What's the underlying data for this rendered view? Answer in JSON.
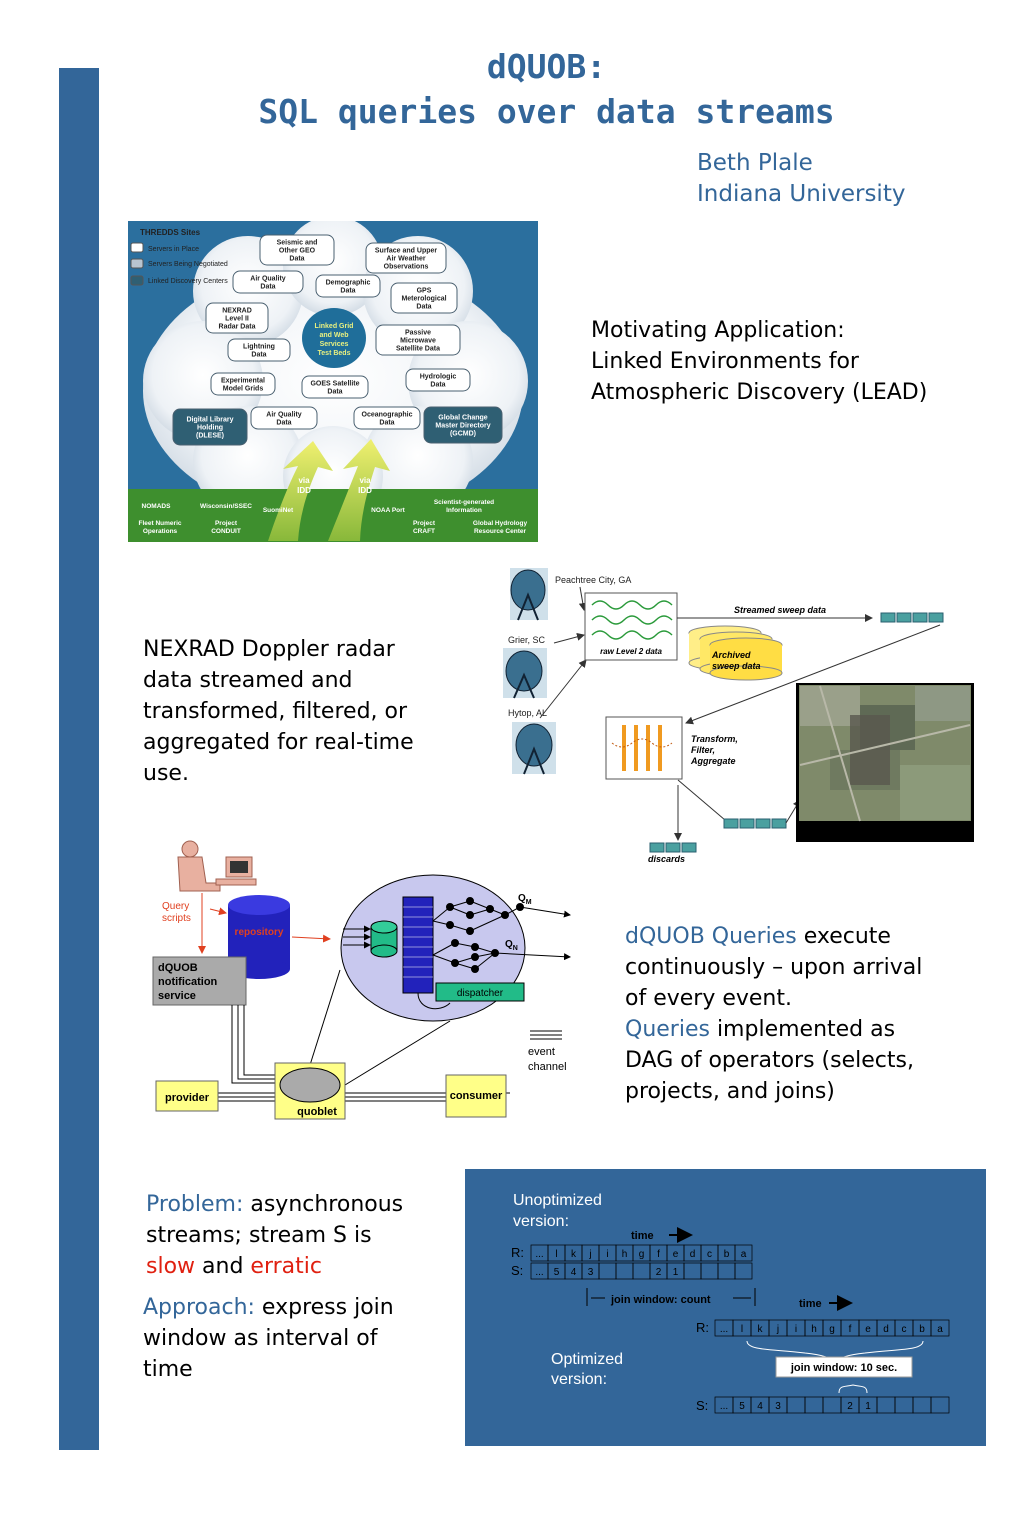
{
  "title": {
    "line1": "dQUOB:",
    "line2": "SQL queries over data streams"
  },
  "author": {
    "name": "Beth Plale",
    "affiliation": "Indiana University"
  },
  "lead": {
    "caption": [
      "Motivating Application:",
      "Linked Environments for",
      "Atmospheric Discovery (LEAD)"
    ],
    "legend_title": "THREDDS Sites",
    "legend": [
      "Servers in Place",
      "Servers Being Negotiated",
      "Linked Discovery Centers"
    ],
    "center": [
      "Linked Grid",
      "and Web",
      "Services",
      "Test Beds"
    ],
    "boxes": [
      [
        "Seismic and",
        "Other GEO",
        "Data"
      ],
      [
        "Surface and Upper",
        "Air Weather",
        "Observations"
      ],
      [
        "Air Quality",
        "Data"
      ],
      [
        "Demographic",
        "Data"
      ],
      [
        "GPS",
        "Meterological",
        "Data"
      ],
      [
        "NEXRAD",
        "Level II",
        "Radar Data"
      ],
      [
        "Lightning",
        "Data"
      ],
      [
        "Passive",
        "Microwave",
        "Satellite Data"
      ],
      [
        "Experimental",
        "Model Grids"
      ],
      [
        "GOES Satellite",
        "Data"
      ],
      [
        "Hydrologic",
        "Data"
      ],
      [
        "Digital Library",
        "Holding",
        "(DLESE)"
      ],
      [
        "Air Quality",
        "Data"
      ],
      [
        "Oceanographic",
        "Data"
      ],
      [
        "Global Change",
        "Master Directory",
        "(GCMD)"
      ]
    ],
    "via": [
      "via",
      "IDD"
    ],
    "ground": {
      "nomads": "NOMADS",
      "wisconsin": "Wisconsin/SSEC",
      "suominet": "SuomiNet",
      "noaa": "NOAA Port",
      "scientist": [
        "Scientist-generated",
        "Information"
      ],
      "fleet": [
        "Fleet Numeric",
        "Operations"
      ],
      "conduit": [
        "Project",
        "CONDUIT"
      ],
      "craft": [
        "Project",
        "CRAFT"
      ],
      "hydrology": [
        "Global Hydrology",
        "Resource Center"
      ]
    }
  },
  "nexrad": {
    "caption": [
      "NEXRAD Doppler radar",
      "data streamed and",
      "transformed, filtered, or",
      "aggregated for real-time",
      "use."
    ],
    "sites": [
      "Peachtree City, GA",
      "Grier, SC",
      "Hytop, AL"
    ],
    "raw_label": "raw Level 2 data",
    "streamed_label": "Streamed sweep data",
    "archived_label": [
      "Archived",
      "sweep data"
    ],
    "transform_label": [
      "Transform,",
      "Filter,",
      "Aggregate"
    ],
    "discards_label": "discards"
  },
  "arch": {
    "query_scripts": [
      "Query",
      "scripts"
    ],
    "repository": "repository",
    "notification": [
      "dQUOB",
      "notification",
      "service"
    ],
    "qm": "Q",
    "qm_sub": "M",
    "qn": "Q",
    "qn_sub": "N",
    "dispatcher": "dispatcher",
    "event_channel": [
      "event",
      "channel"
    ],
    "provider": "provider",
    "quoblet": "quoblet",
    "consumer": "consumer"
  },
  "queries_text": {
    "l1_blue": "dQUOB Queries",
    "l1_rest": " execute",
    "l2": "continuously – upon arrival",
    "l3": "of every event.",
    "l4_blue": "Queries",
    "l4_rest": " implemented as",
    "l5": "DAG of operators (selects,",
    "l6": "projects, and joins)"
  },
  "problem": {
    "label": "Problem:",
    "l1_rest": " asynchronous",
    "l2": "streams;  stream S is",
    "slow": "slow",
    "and": " and ",
    "erratic": "erratic"
  },
  "approach": {
    "label": "Approach:",
    "l1_rest": " express join",
    "l2": "window as interval of",
    "l3": "time"
  },
  "join": {
    "unoptimized": [
      "Unoptimized",
      "version:"
    ],
    "optimized": [
      "Optimized",
      "version:"
    ],
    "time_label": "time",
    "r_label": "R:",
    "s_label": "S:",
    "r_cells": [
      "...",
      "l",
      "k",
      "j",
      "i",
      "h",
      "g",
      "f",
      "e",
      "d",
      "c",
      "b",
      "a"
    ],
    "s_cells": [
      "...",
      "5",
      "4",
      "3",
      "",
      "",
      "",
      "2",
      "1",
      "",
      "",
      "",
      ""
    ],
    "window_count": "join window: count",
    "window_time": "join window: 10 sec.",
    "colors": {
      "panel": "#336699",
      "sidebar": "#336699",
      "accent_red": "#e02010"
    }
  }
}
